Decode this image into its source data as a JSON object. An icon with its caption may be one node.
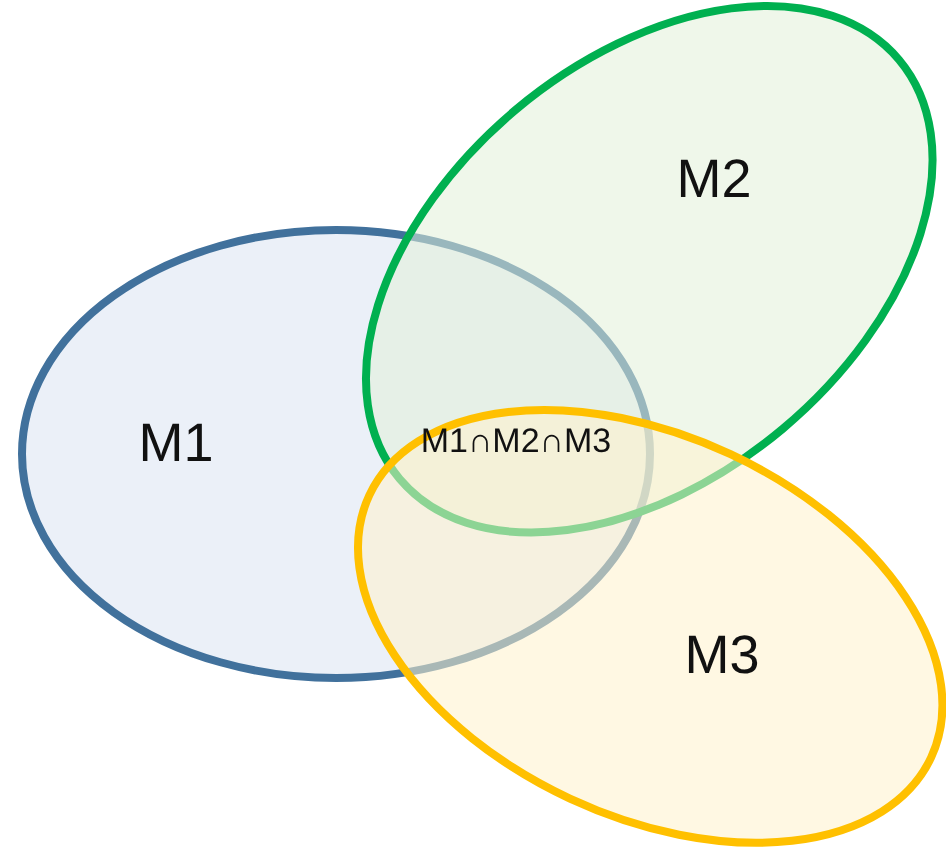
{
  "diagram": {
    "nodes": [
      {
        "text": [
          "M1"
        ]
      },
      {
        "text": [
          "M2"
        ]
      },
      {
        "text": [
          "M3"
        ]
      }
    ],
    "labels": [
      "M1∩M2∩M3"
    ]
  }
}
